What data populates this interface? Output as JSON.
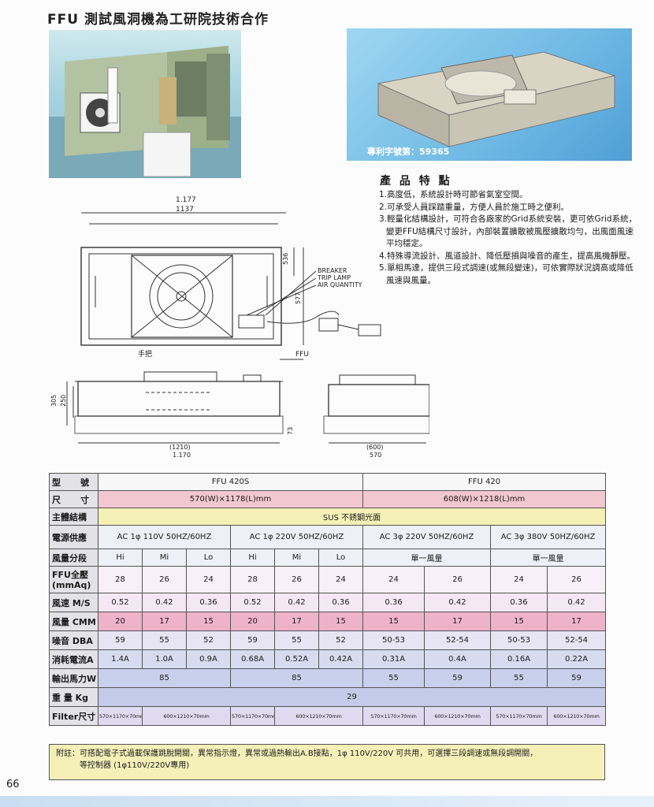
{
  "title": "FFU 測試風洞機為工研院技術合作",
  "patent_caption": "專利字號第：59365",
  "features": {
    "heading": "產 品 特 點",
    "items": [
      "1.高度低，系統設計時可節省氣室空間。",
      "2.可承受人員踩踏重量，方便人員於施工時之便利。",
      "3.輕量化結構設計，可符合各廠家的Grid系統安裝，更可依Grid系統，變更FFU結構尺寸設計，內部裝置擴散被風壓擴散均勻，出風面風速平均穩定。",
      "4.特殊導流設計、風道設計、降低壓損與噪音的產生，提高風機靜壓。",
      "5.單相馬達，提供三段式調速(或無段變速)，可依實際狀況調高或降低風速與風量。"
    ]
  },
  "drawing": {
    "dim_top_outer": "1.177",
    "dim_top_inner": "1137",
    "dim_right_a": "536",
    "dim_right_b": "577",
    "callout_1": "BREAKER",
    "callout_2": "TRIP LAMP",
    "callout_3": "AIR QUANTITY",
    "handle_label": "手把",
    "ffu_label": "FFU",
    "dim_height_outer": "305",
    "dim_height_inner": "250",
    "dim_73": "73",
    "dim_bottom_1a": "(1210)",
    "dim_bottom_1b": "1.170",
    "dim_bottom_2a": "(600)",
    "dim_bottom_2b": "570"
  },
  "spec": {
    "row_labels": {
      "model": "型　　號",
      "size": "尺　　寸",
      "body": "主體結構",
      "power": "電源供應",
      "speed": "風量分段",
      "pressure": "FFU全壓(mmAq)",
      "velocity": "風速 M/S",
      "cmm": "風量 CMM",
      "noise": "噪音 DBA",
      "current": "消耗電流A",
      "hp": "輸出馬力W",
      "weight": "重 量 Kg",
      "filter": "Filter尺寸"
    },
    "models": [
      "FFU 420S",
      "FFU 420"
    ],
    "sizes": [
      "570(W)×1178(L)mm",
      "608(W)×1218(L)mm"
    ],
    "body": "SUS 不銹鋼光面",
    "power": [
      "AC 1φ 110V 50HZ/60HZ",
      "AC 1φ 220V 50HZ/60HZ",
      "AC 3φ 220V 50HZ/60HZ",
      "AC 3φ 380V 50HZ/60HZ"
    ],
    "speeds": [
      "Hi",
      "Mi",
      "Lo",
      "Hi",
      "Mi",
      "Lo"
    ],
    "single_speed": [
      "單一風量",
      "單一風量"
    ],
    "pressure": [
      "28",
      "26",
      "24",
      "28",
      "26",
      "24",
      "24",
      "26",
      "24",
      "26"
    ],
    "velocity": [
      "0.52",
      "0.42",
      "0.36",
      "0.52",
      "0.42",
      "0.36",
      "0.36",
      "0.42",
      "0.36",
      "0.42"
    ],
    "cmm": [
      "20",
      "17",
      "15",
      "20",
      "17",
      "15",
      "15",
      "17",
      "15",
      "17"
    ],
    "noise": [
      "59",
      "55",
      "52",
      "59",
      "55",
      "52",
      "50-53",
      "52-54",
      "50-53",
      "52-54"
    ],
    "current": [
      "1.4A",
      "1.0A",
      "0.9A",
      "0.68A",
      "0.52A",
      "0.42A",
      "0.31A",
      "0.4A",
      "0.16A",
      "0.22A"
    ],
    "hp": [
      "85",
      "85",
      "55",
      "59",
      "55",
      "59"
    ],
    "weight": "29",
    "filter": [
      "570×1170×70mm",
      "600×1210×70mm",
      "570×1170×70mm",
      "600×1210×70mm",
      "570×1170×70mm",
      "600×1210×70mm",
      "570×1170×70mm",
      "600×1210×70mm"
    ]
  },
  "note": {
    "line1": "附註：可搭配電子式過載保護跳脫開關，異常指示燈，異常或過熱輸出A.B接點，1φ 110V/220V 可共用，可選擇三段調速或無段調開關，",
    "line2": "等控制器 (1φ110V/220V專用)"
  },
  "page_number": "66"
}
